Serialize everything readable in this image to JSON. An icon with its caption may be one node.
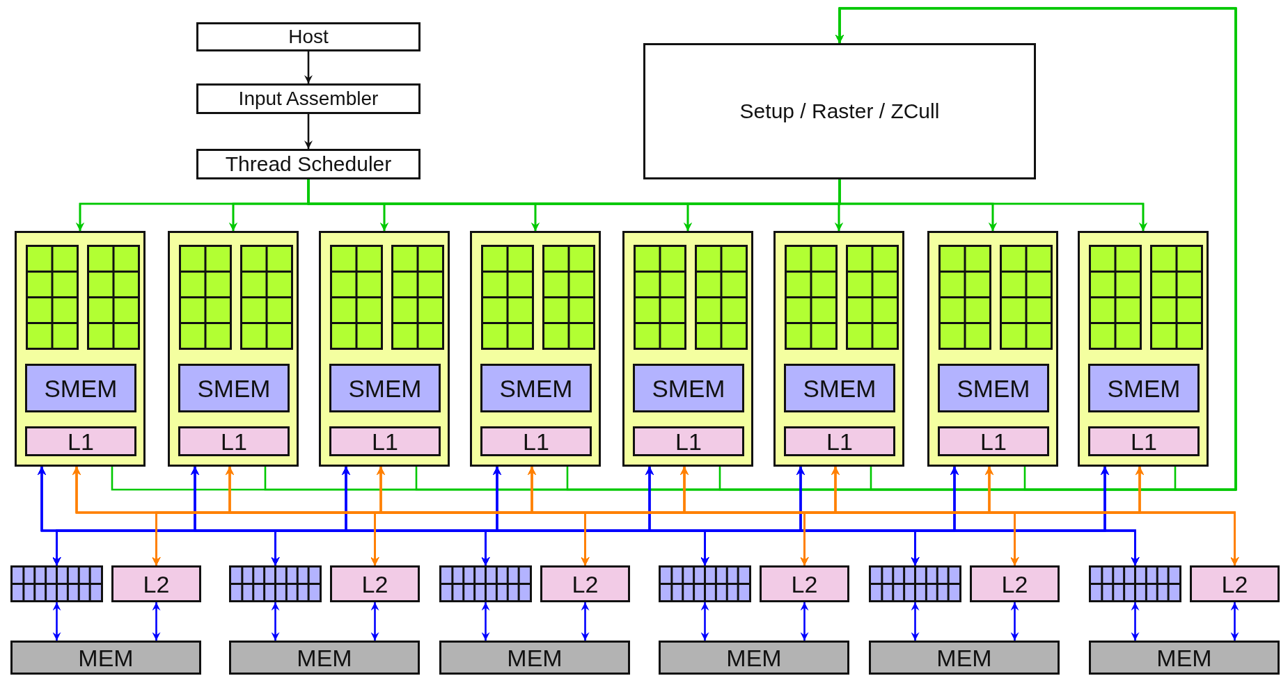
{
  "diagram": {
    "nodes": [
      {
        "text": [
          "Host"
        ]
      },
      {
        "text": [
          "Input Assembler"
        ]
      },
      {
        "text": [
          "Thread Scheduler"
        ]
      },
      {
        "text": [
          "Setup / Raster / ZCull"
        ]
      },
      {
        "text": [],
        "shape": "box"
      },
      {
        "text": [
          "SMEM"
        ],
        "in": 4
      },
      {
        "text": [
          "L1"
        ],
        "in": 4
      },
      {
        "text": [],
        "shape": "box"
      },
      {
        "text": [
          "SMEM"
        ],
        "in": 7
      },
      {
        "text": [
          "L1"
        ],
        "in": 7
      },
      {
        "text": [],
        "shape": "box"
      },
      {
        "text": [
          "SMEM"
        ],
        "in": 10
      },
      {
        "text": [
          "L1"
        ],
        "in": 10
      },
      {
        "text": [],
        "shape": "box"
      },
      {
        "text": [
          "SMEM"
        ],
        "in": 13
      },
      {
        "text": [
          "L1"
        ],
        "in": 13
      },
      {
        "text": [],
        "shape": "box"
      },
      {
        "text": [
          "SMEM"
        ],
        "in": 16
      },
      {
        "text": [
          "L1"
        ],
        "in": 16
      },
      {
        "text": [],
        "shape": "box"
      },
      {
        "text": [
          "SMEM"
        ],
        "in": 19
      },
      {
        "text": [
          "L1"
        ],
        "in": 19
      },
      {
        "text": [],
        "shape": "box"
      },
      {
        "text": [
          "SMEM"
        ],
        "in": 22
      },
      {
        "text": [
          "L1"
        ],
        "in": 22
      },
      {
        "text": [],
        "shape": "box"
      },
      {
        "text": [
          "SMEM"
        ],
        "in": 25
      },
      {
        "text": [
          "L1"
        ],
        "in": 25
      },
      {
        "text": [],
        "shape": "box"
      },
      {
        "text": [
          "L2"
        ]
      },
      {
        "text": [],
        "shape": "box"
      },
      {
        "text": [
          "L2"
        ]
      },
      {
        "text": [],
        "shape": "box"
      },
      {
        "text": [
          "L2"
        ]
      },
      {
        "text": [],
        "shape": "box"
      },
      {
        "text": [
          "L2"
        ]
      },
      {
        "text": [],
        "shape": "box"
      },
      {
        "text": [
          "L2"
        ]
      },
      {
        "text": [],
        "shape": "box"
      },
      {
        "text": [
          "L2"
        ]
      },
      {
        "text": [
          "MEM"
        ]
      },
      {
        "text": [
          "MEM"
        ]
      },
      {
        "text": [
          "MEM"
        ]
      },
      {
        "text": [
          "MEM"
        ]
      },
      {
        "text": [
          "MEM"
        ]
      },
      {
        "text": [
          "MEM"
        ]
      }
    ],
    "edges": [
      {
        "from": 0,
        "to": 1,
        "arrow": "to",
        "color": "#111111"
      },
      {
        "from": 1,
        "to": 2,
        "arrow": "to",
        "color": "#111111"
      },
      {
        "from": 2,
        "to": 4,
        "arrow": "to",
        "color": "#00c800"
      },
      {
        "from": 2,
        "to": 7,
        "arrow": "to",
        "color": "#00c800"
      },
      {
        "from": 2,
        "to": 10,
        "arrow": "to",
        "color": "#00c800"
      },
      {
        "from": 2,
        "to": 13,
        "arrow": "to",
        "color": "#00c800"
      },
      {
        "from": 2,
        "to": 16,
        "arrow": "to",
        "color": "#00c800"
      },
      {
        "from": 2,
        "to": 19,
        "arrow": "to",
        "color": "#00c800"
      },
      {
        "from": 2,
        "to": 22,
        "arrow": "to",
        "color": "#00c800"
      },
      {
        "from": 2,
        "to": 25,
        "arrow": "to",
        "color": "#00c800"
      },
      {
        "from": 3,
        "to": 4,
        "arrow": "to",
        "color": "#00c800"
      },
      {
        "from": 3,
        "to": 7,
        "arrow": "to",
        "color": "#00c800"
      },
      {
        "from": 3,
        "to": 10,
        "arrow": "to",
        "color": "#00c800"
      },
      {
        "from": 3,
        "to": 13,
        "arrow": "to",
        "color": "#00c800"
      },
      {
        "from": 3,
        "to": 16,
        "arrow": "to",
        "color": "#00c800"
      },
      {
        "from": 3,
        "to": 19,
        "arrow": "to",
        "color": "#00c800"
      },
      {
        "from": 3,
        "to": 22,
        "arrow": "to",
        "color": "#00c800"
      },
      {
        "from": 3,
        "to": 25,
        "arrow": "to",
        "color": "#00c800"
      },
      {
        "from": 4,
        "to": 3,
        "arrow": "to",
        "color": "#00c800"
      },
      {
        "from": 7,
        "to": 3,
        "arrow": "to",
        "color": "#00c800"
      },
      {
        "from": 10,
        "to": 3,
        "arrow": "to",
        "color": "#00c800"
      },
      {
        "from": 13,
        "to": 3,
        "arrow": "to",
        "color": "#00c800"
      },
      {
        "from": 16,
        "to": 3,
        "arrow": "to",
        "color": "#00c800"
      },
      {
        "from": 19,
        "to": 3,
        "arrow": "to",
        "color": "#00c800"
      },
      {
        "from": 22,
        "to": 3,
        "arrow": "to",
        "color": "#00c800"
      },
      {
        "from": 25,
        "to": 3,
        "arrow": "to",
        "color": "#00c800"
      },
      {
        "from": 4,
        "to": 28,
        "arrow": "both",
        "color": "#0000ff"
      },
      {
        "from": 4,
        "to": 30,
        "arrow": "both",
        "color": "#0000ff"
      },
      {
        "from": 4,
        "to": 32,
        "arrow": "both",
        "color": "#0000ff"
      },
      {
        "from": 4,
        "to": 34,
        "arrow": "both",
        "color": "#0000ff"
      },
      {
        "from": 4,
        "to": 36,
        "arrow": "both",
        "color": "#0000ff"
      },
      {
        "from": 4,
        "to": 38,
        "arrow": "both",
        "color": "#0000ff"
      },
      {
        "from": 7,
        "to": 28,
        "arrow": "both",
        "color": "#0000ff"
      },
      {
        "from": 7,
        "to": 30,
        "arrow": "both",
        "color": "#0000ff"
      },
      {
        "from": 7,
        "to": 32,
        "arrow": "both",
        "color": "#0000ff"
      },
      {
        "from": 7,
        "to": 34,
        "arrow": "both",
        "color": "#0000ff"
      },
      {
        "from": 7,
        "to": 36,
        "arrow": "both",
        "color": "#0000ff"
      },
      {
        "from": 7,
        "to": 38,
        "arrow": "both",
        "color": "#0000ff"
      },
      {
        "from": 10,
        "to": 28,
        "arrow": "both",
        "color": "#0000ff"
      },
      {
        "from": 10,
        "to": 30,
        "arrow": "both",
        "color": "#0000ff"
      },
      {
        "from": 10,
        "to": 32,
        "arrow": "both",
        "color": "#0000ff"
      },
      {
        "from": 10,
        "to": 34,
        "arrow": "both",
        "color": "#0000ff"
      },
      {
        "from": 10,
        "to": 36,
        "arrow": "both",
        "color": "#0000ff"
      },
      {
        "from": 10,
        "to": 38,
        "arrow": "both",
        "color": "#0000ff"
      },
      {
        "from": 13,
        "to": 28,
        "arrow": "both",
        "color": "#0000ff"
      },
      {
        "from": 13,
        "to": 30,
        "arrow": "both",
        "color": "#0000ff"
      },
      {
        "from": 13,
        "to": 32,
        "arrow": "both",
        "color": "#0000ff"
      },
      {
        "from": 13,
        "to": 34,
        "arrow": "both",
        "color": "#0000ff"
      },
      {
        "from": 13,
        "to": 36,
        "arrow": "both",
        "color": "#0000ff"
      },
      {
        "from": 13,
        "to": 38,
        "arrow": "both",
        "color": "#0000ff"
      },
      {
        "from": 16,
        "to": 28,
        "arrow": "both",
        "color": "#0000ff"
      },
      {
        "from": 16,
        "to": 30,
        "arrow": "both",
        "color": "#0000ff"
      },
      {
        "from": 16,
        "to": 32,
        "arrow": "both",
        "color": "#0000ff"
      },
      {
        "from": 16,
        "to": 34,
        "arrow": "both",
        "color": "#0000ff"
      },
      {
        "from": 16,
        "to": 36,
        "arrow": "both",
        "color": "#0000ff"
      },
      {
        "from": 16,
        "to": 38,
        "arrow": "both",
        "color": "#0000ff"
      },
      {
        "from": 19,
        "to": 28,
        "arrow": "both",
        "color": "#0000ff"
      },
      {
        "from": 19,
        "to": 30,
        "arrow": "both",
        "color": "#0000ff"
      },
      {
        "from": 19,
        "to": 32,
        "arrow": "both",
        "color": "#0000ff"
      },
      {
        "from": 19,
        "to": 34,
        "arrow": "both",
        "color": "#0000ff"
      },
      {
        "from": 19,
        "to": 36,
        "arrow": "both",
        "color": "#0000ff"
      },
      {
        "from": 19,
        "to": 38,
        "arrow": "both",
        "color": "#0000ff"
      },
      {
        "from": 22,
        "to": 28,
        "arrow": "both",
        "color": "#0000ff"
      },
      {
        "from": 22,
        "to": 30,
        "arrow": "both",
        "color": "#0000ff"
      },
      {
        "from": 22,
        "to": 32,
        "arrow": "both",
        "color": "#0000ff"
      },
      {
        "from": 22,
        "to": 34,
        "arrow": "both",
        "color": "#0000ff"
      },
      {
        "from": 22,
        "to": 36,
        "arrow": "both",
        "color": "#0000ff"
      },
      {
        "from": 22,
        "to": 38,
        "arrow": "both",
        "color": "#0000ff"
      },
      {
        "from": 25,
        "to": 28,
        "arrow": "both",
        "color": "#0000ff"
      },
      {
        "from": 25,
        "to": 30,
        "arrow": "both",
        "color": "#0000ff"
      },
      {
        "from": 25,
        "to": 32,
        "arrow": "both",
        "color": "#0000ff"
      },
      {
        "from": 25,
        "to": 34,
        "arrow": "both",
        "color": "#0000ff"
      },
      {
        "from": 25,
        "to": 36,
        "arrow": "both",
        "color": "#0000ff"
      },
      {
        "from": 25,
        "to": 38,
        "arrow": "both",
        "color": "#0000ff"
      },
      {
        "from": 4,
        "to": 29,
        "arrow": "both",
        "color": "#ff8000"
      },
      {
        "from": 4,
        "to": 31,
        "arrow": "both",
        "color": "#ff8000"
      },
      {
        "from": 4,
        "to": 33,
        "arrow": "both",
        "color": "#ff8000"
      },
      {
        "from": 4,
        "to": 35,
        "arrow": "both",
        "color": "#ff8000"
      },
      {
        "from": 4,
        "to": 37,
        "arrow": "both",
        "color": "#ff8000"
      },
      {
        "from": 4,
        "to": 39,
        "arrow": "both",
        "color": "#ff8000"
      },
      {
        "from": 7,
        "to": 29,
        "arrow": "both",
        "color": "#ff8000"
      },
      {
        "from": 7,
        "to": 31,
        "arrow": "both",
        "color": "#ff8000"
      },
      {
        "from": 7,
        "to": 33,
        "arrow": "both",
        "color": "#ff8000"
      },
      {
        "from": 7,
        "to": 35,
        "arrow": "both",
        "color": "#ff8000"
      },
      {
        "from": 7,
        "to": 37,
        "arrow": "both",
        "color": "#ff8000"
      },
      {
        "from": 7,
        "to": 39,
        "arrow": "both",
        "color": "#ff8000"
      },
      {
        "from": 10,
        "to": 29,
        "arrow": "both",
        "color": "#ff8000"
      },
      {
        "from": 10,
        "to": 31,
        "arrow": "both",
        "color": "#ff8000"
      },
      {
        "from": 10,
        "to": 33,
        "arrow": "both",
        "color": "#ff8000"
      },
      {
        "from": 10,
        "to": 35,
        "arrow": "both",
        "color": "#ff8000"
      },
      {
        "from": 10,
        "to": 37,
        "arrow": "both",
        "color": "#ff8000"
      },
      {
        "from": 10,
        "to": 39,
        "arrow": "both",
        "color": "#ff8000"
      },
      {
        "from": 13,
        "to": 29,
        "arrow": "both",
        "color": "#ff8000"
      },
      {
        "from": 13,
        "to": 31,
        "arrow": "both",
        "color": "#ff8000"
      },
      {
        "from": 13,
        "to": 33,
        "arrow": "both",
        "color": "#ff8000"
      },
      {
        "from": 13,
        "to": 35,
        "arrow": "both",
        "color": "#ff8000"
      },
      {
        "from": 13,
        "to": 37,
        "arrow": "both",
        "color": "#ff8000"
      },
      {
        "from": 13,
        "to": 39,
        "arrow": "both",
        "color": "#ff8000"
      },
      {
        "from": 16,
        "to": 29,
        "arrow": "both",
        "color": "#ff8000"
      },
      {
        "from": 16,
        "to": 31,
        "arrow": "both",
        "color": "#ff8000"
      },
      {
        "from": 16,
        "to": 33,
        "arrow": "both",
        "color": "#ff8000"
      },
      {
        "from": 16,
        "to": 35,
        "arrow": "both",
        "color": "#ff8000"
      },
      {
        "from": 16,
        "to": 37,
        "arrow": "both",
        "color": "#ff8000"
      },
      {
        "from": 16,
        "to": 39,
        "arrow": "both",
        "color": "#ff8000"
      },
      {
        "from": 19,
        "to": 29,
        "arrow": "both",
        "color": "#ff8000"
      },
      {
        "from": 19,
        "to": 31,
        "arrow": "both",
        "color": "#ff8000"
      },
      {
        "from": 19,
        "to": 33,
        "arrow": "both",
        "color": "#ff8000"
      },
      {
        "from": 19,
        "to": 35,
        "arrow": "both",
        "color": "#ff8000"
      },
      {
        "from": 19,
        "to": 37,
        "arrow": "both",
        "color": "#ff8000"
      },
      {
        "from": 19,
        "to": 39,
        "arrow": "both",
        "color": "#ff8000"
      },
      {
        "from": 22,
        "to": 29,
        "arrow": "both",
        "color": "#ff8000"
      },
      {
        "from": 22,
        "to": 31,
        "arrow": "both",
        "color": "#ff8000"
      },
      {
        "from": 22,
        "to": 33,
        "arrow": "both",
        "color": "#ff8000"
      },
      {
        "from": 22,
        "to": 35,
        "arrow": "both",
        "color": "#ff8000"
      },
      {
        "from": 22,
        "to": 37,
        "arrow": "both",
        "color": "#ff8000"
      },
      {
        "from": 22,
        "to": 39,
        "arrow": "both",
        "color": "#ff8000"
      },
      {
        "from": 25,
        "to": 29,
        "arrow": "both",
        "color": "#ff8000"
      },
      {
        "from": 25,
        "to": 31,
        "arrow": "both",
        "color": "#ff8000"
      },
      {
        "from": 25,
        "to": 33,
        "arrow": "both",
        "color": "#ff8000"
      },
      {
        "from": 25,
        "to": 35,
        "arrow": "both",
        "color": "#ff8000"
      },
      {
        "from": 25,
        "to": 37,
        "arrow": "both",
        "color": "#ff8000"
      },
      {
        "from": 25,
        "to": 39,
        "arrow": "both",
        "color": "#ff8000"
      },
      {
        "from": 28,
        "to": 40,
        "arrow": "both",
        "color": "#0000ff"
      },
      {
        "from": 29,
        "to": 40,
        "arrow": "both",
        "color": "#0000ff"
      },
      {
        "from": 30,
        "to": 41,
        "arrow": "both",
        "color": "#0000ff"
      },
      {
        "from": 31,
        "to": 41,
        "arrow": "both",
        "color": "#0000ff"
      },
      {
        "from": 32,
        "to": 42,
        "arrow": "both",
        "color": "#0000ff"
      },
      {
        "from": 33,
        "to": 42,
        "arrow": "both",
        "color": "#0000ff"
      },
      {
        "from": 34,
        "to": 43,
        "arrow": "both",
        "color": "#0000ff"
      },
      {
        "from": 35,
        "to": 43,
        "arrow": "both",
        "color": "#0000ff"
      },
      {
        "from": 36,
        "to": 44,
        "arrow": "both",
        "color": "#0000ff"
      },
      {
        "from": 37,
        "to": 44,
        "arrow": "both",
        "color": "#0000ff"
      },
      {
        "from": 38,
        "to": 45,
        "arrow": "both",
        "color": "#0000ff"
      },
      {
        "from": 39,
        "to": 45,
        "arrow": "both",
        "color": "#0000ff"
      }
    ]
  }
}
